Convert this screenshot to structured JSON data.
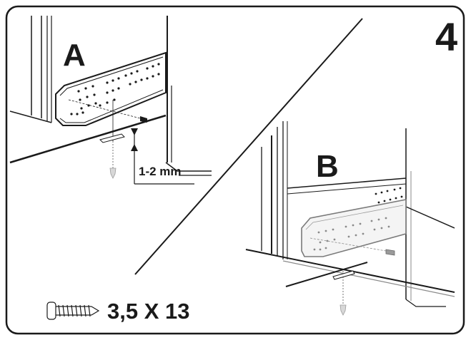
{
  "step_number": "4",
  "panel_a": {
    "label": "A",
    "gap_label": "1-2 mm"
  },
  "panel_b": {
    "label": "B"
  },
  "screw": {
    "icon": "screw-icon",
    "size_label": "3,5 X 13"
  }
}
